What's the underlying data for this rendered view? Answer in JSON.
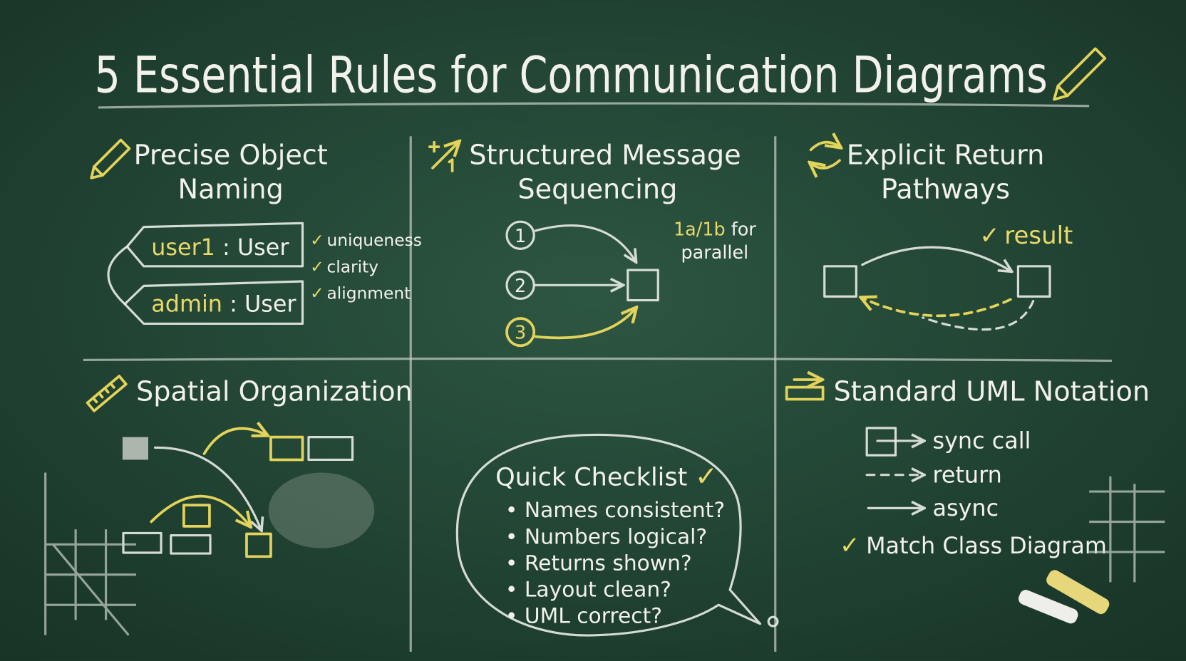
{
  "title": "5 Essential Rules for Communication Diagrams",
  "colors": {
    "board": "#244a39",
    "chalk": "#f2f2ea",
    "accent": "#e8d96a"
  },
  "panels": {
    "naming": {
      "icon": "pencil-icon",
      "title_line1": "Precise Object",
      "title_line2": "Naming",
      "tags": [
        {
          "name": "user1",
          "sep": " : ",
          "type": "User"
        },
        {
          "name": "admin",
          "sep": " : ",
          "type": "User"
        }
      ],
      "checks": [
        "uniqueness",
        "clarity",
        "alignment"
      ]
    },
    "sequencing": {
      "icon": "sequence-arrows-icon",
      "title_line1": "Structured Message",
      "title_line2": "Sequencing",
      "steps": [
        "1",
        "2",
        "3"
      ],
      "note_accent": "1a/1b",
      "note_rest": " for",
      "note_line2": "parallel"
    },
    "returns": {
      "icon": "refresh-icon",
      "title_line1": "Explicit Return",
      "title_line2": "Pathways",
      "label": "result"
    },
    "spatial": {
      "icon": "ruler-icon",
      "title": "Spatial Organization"
    },
    "checklist": {
      "title": "Quick Checklist",
      "items": [
        "Names consistent?",
        "Numbers logical?",
        "Returns shown?",
        "Layout clean?",
        "UML correct?"
      ]
    },
    "uml": {
      "icon": "uml-notation-icon",
      "title": "Standard UML Notation",
      "legend": [
        "sync call",
        "return",
        "async"
      ],
      "check": "Match Class Diagram"
    }
  }
}
